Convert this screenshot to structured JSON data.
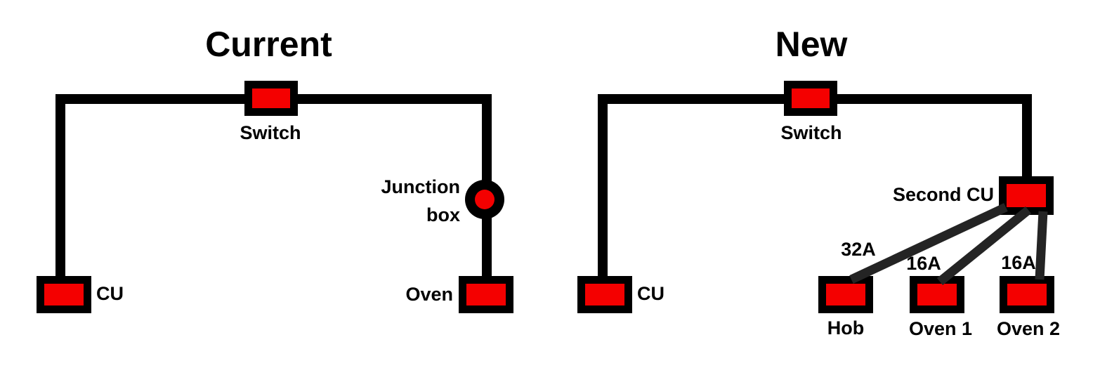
{
  "colors": {
    "wire": "#000000",
    "fan_wire": "#242424",
    "node_fill": "#f40000"
  },
  "current_diagram": {
    "title": "Current",
    "switch_label": "Switch",
    "cu_label": "CU",
    "junction_label": "Junction\nbox",
    "oven_label": "Oven"
  },
  "new_diagram": {
    "title": "New",
    "switch_label": "Switch",
    "cu_label": "CU",
    "second_cu_label": "Second CU",
    "hob_rating": "32A",
    "oven1_rating": "16A",
    "oven2_rating": "16A",
    "hob_label": "Hob",
    "oven1_label": "Oven 1",
    "oven2_label": "Oven 2"
  }
}
